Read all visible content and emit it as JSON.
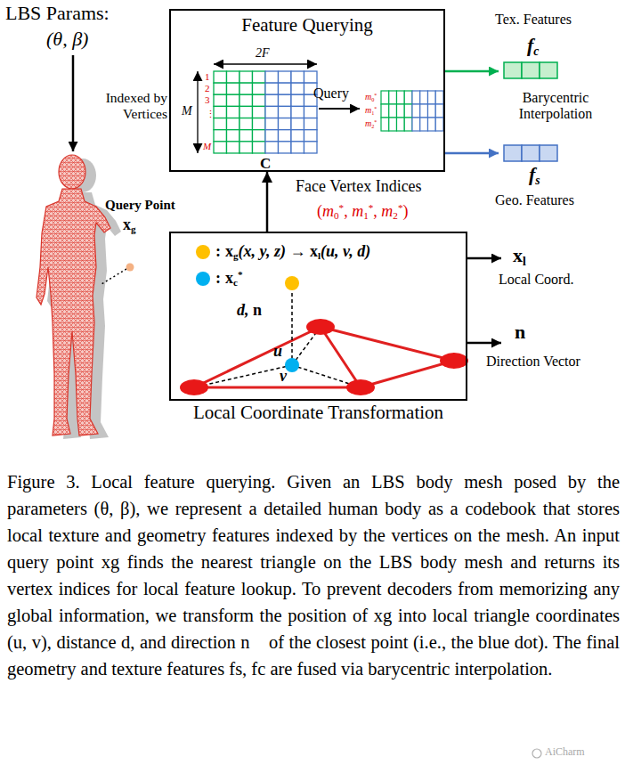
{
  "diagram": {
    "caption": "Figure 3. Local feature querying. Given an LBS body mesh posed by the parameters (θ, β), we represent a detailed human body as a codebook that stores local texture and geometry features indexed by the vertices on the mesh. An input query point xg finds the nearest triangle on the LBS body mesh and returns its vertex indices for local feature lookup. To prevent decoders from memorizing any global information, we transform the position of xg into local triangle coordinates (u, v), distance d, and direction n⃗ of the closest point (i.e., the blue dot). The final geometry and texture features fs, fc are fused via barycentric interpolation.",
    "nodes": [
      {
        "text": [
          "Feature Querying"
        ]
      },
      {
        "text": [
          "Local Coordinate Transformation"
        ]
      }
    ],
    "edges": [
      {
        "from": 1,
        "to": 0,
        "arrow": "to",
        "label": "Face Vertex Indices"
      }
    ],
    "labels": [
      "LBS Params:",
      "(θ, β)",
      "Indexed by Vertices",
      "2F",
      "M",
      "1",
      "2",
      "3",
      "⋮",
      "M",
      "C",
      "Query",
      "m",
      "0",
      "*",
      "m",
      "1",
      "*",
      "m",
      "2",
      "*",
      "Tex. Features",
      "f",
      "c",
      "Barycentric Interpolation",
      "f",
      "s",
      "Geo. Features",
      "(",
      "m",
      "0",
      "*",
      ", ",
      "m",
      "1",
      "*",
      ", ",
      "m",
      "2",
      "*",
      ")",
      "Query Point",
      "x",
      "g",
      ":",
      "x",
      "g",
      "(x, y, z) → ",
      "x",
      "l",
      "(u, v, d)",
      ":",
      "x",
      "c",
      "*",
      "d, ",
      "n⃗",
      "u",
      "v",
      "x",
      "l",
      "Local Coord.",
      "n⃗",
      "Direction Vector",
      "AiCharm"
    ]
  }
}
